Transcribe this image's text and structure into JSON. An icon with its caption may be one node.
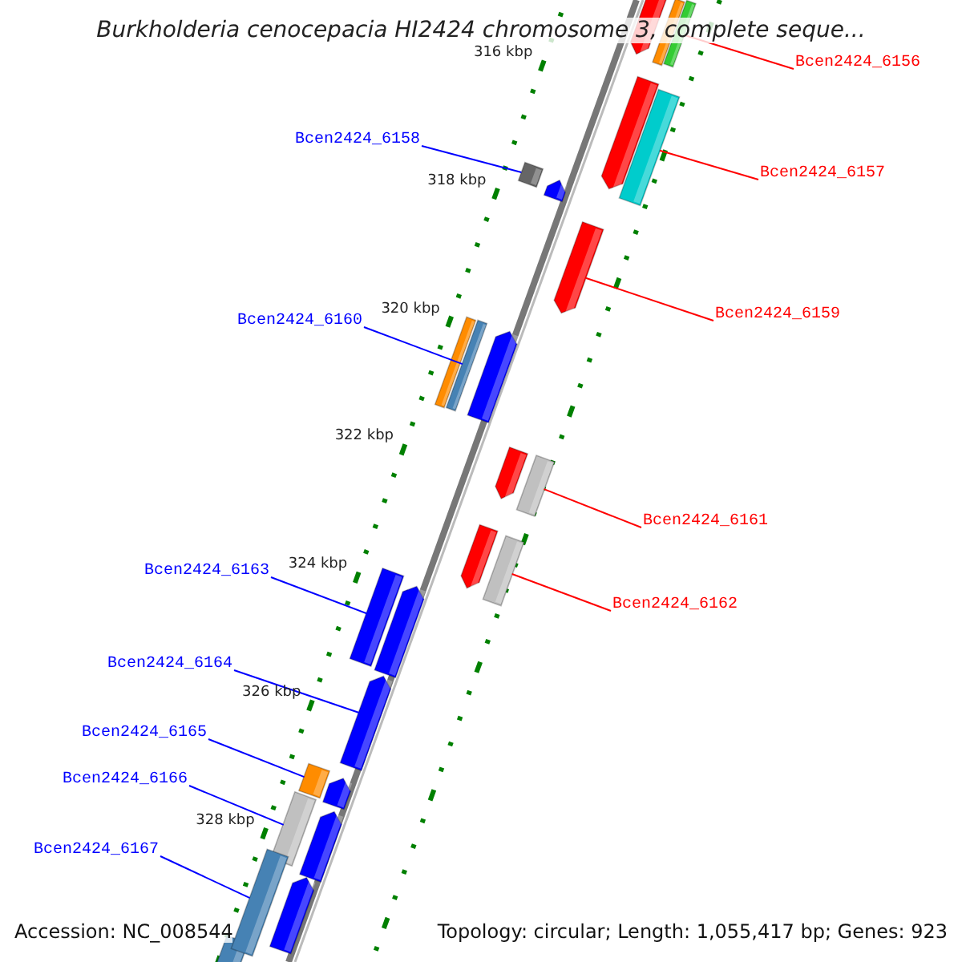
{
  "diagram": {
    "title": "Burkholderia cenocepacia HI2424 chromosome 3, complete seque...",
    "nodes": [
      {
        "text": [
          "Bcen2424_6156"
        ]
      },
      {
        "text": [
          "Bcen2424_6157"
        ]
      },
      {
        "text": [
          "Bcen2424_6158"
        ]
      },
      {
        "text": [
          "Bcen2424_6159"
        ]
      },
      {
        "text": [
          "Bcen2424_6160"
        ]
      },
      {
        "text": [
          "Bcen2424_6161"
        ]
      },
      {
        "text": [
          "Bcen2424_6162"
        ]
      },
      {
        "text": [
          "Bcen2424_6163"
        ]
      },
      {
        "text": [
          "Bcen2424_6164"
        ]
      },
      {
        "text": [
          "Bcen2424_6165"
        ]
      },
      {
        "text": [
          "Bcen2424_6166"
        ]
      },
      {
        "text": [
          "Bcen2424_6167"
        ]
      },
      {
        "text": [],
        "shape": "bar"
      },
      {
        "text": [],
        "shape": "bar"
      },
      {
        "text": [],
        "shape": "bar"
      },
      {
        "text": [],
        "shape": "bar"
      },
      {
        "text": [],
        "shape": "bar"
      },
      {
        "text": [],
        "shape": "bar"
      },
      {
        "text": [],
        "shape": "bar"
      },
      {
        "text": [],
        "shape": "bar"
      },
      {
        "text": [],
        "shape": "bar"
      },
      {
        "text": [],
        "shape": "bar"
      },
      {
        "text": [],
        "shape": "bar"
      },
      {
        "text": [],
        "shape": "bar"
      }
    ],
    "edges": [
      {
        "from": 0,
        "to": 12,
        "arrow": "none",
        "color": "#ff0000"
      },
      {
        "from": 1,
        "to": 13,
        "arrow": "none",
        "color": "#ff0000"
      },
      {
        "from": 2,
        "to": 14,
        "arrow": "none"
      },
      {
        "from": 3,
        "to": 15,
        "arrow": "none",
        "color": "#ff0000"
      },
      {
        "from": 4,
        "to": 16,
        "arrow": "none"
      },
      {
        "from": 5,
        "to": 17,
        "arrow": "none",
        "color": "#ff0000"
      },
      {
        "from": 6,
        "to": 18,
        "arrow": "none",
        "color": "#ff0000"
      },
      {
        "from": 7,
        "to": 19,
        "arrow": "none"
      },
      {
        "from": 8,
        "to": 20,
        "arrow": "none"
      },
      {
        "from": 9,
        "to": 21,
        "arrow": "none"
      },
      {
        "from": 10,
        "to": 22,
        "arrow": "none"
      },
      {
        "from": 11,
        "to": 23,
        "arrow": "none"
      }
    ],
    "labels": [
      "316 kbp",
      "318 kbp",
      "320 kbp",
      "322 kbp",
      "324 kbp",
      "326 kbp",
      "328 kbp",
      "Accession: NC_008544",
      "Topology: circular; Length: 1,055,417 bp; Genes: 923"
    ]
  }
}
